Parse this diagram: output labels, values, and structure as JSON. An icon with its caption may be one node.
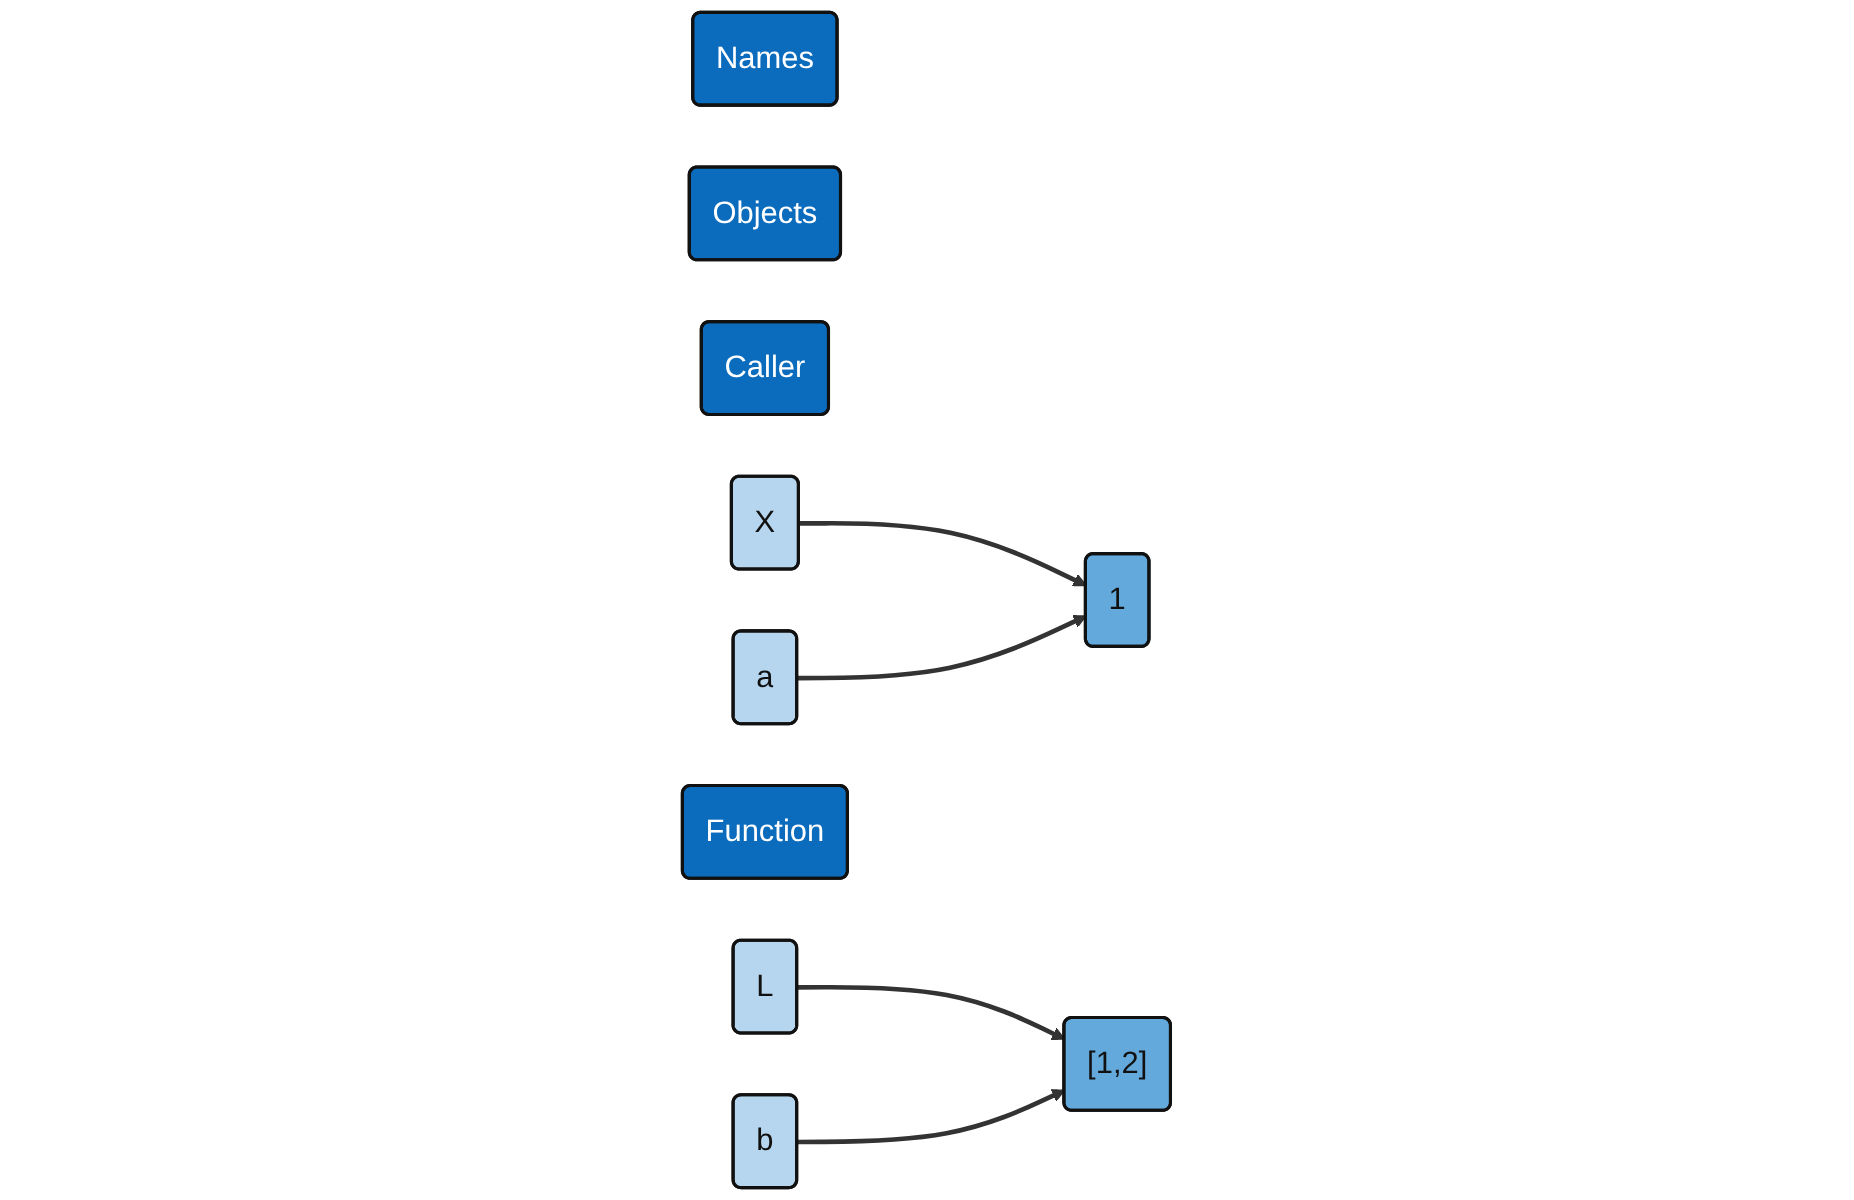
{
  "diagram": {
    "nodes": [
      {
        "text": [
          "Names"
        ]
      },
      {
        "text": [
          "Objects"
        ]
      },
      {
        "text": [
          "Caller"
        ]
      },
      {
        "text": [
          "X"
        ]
      },
      {
        "text": [
          "L"
        ]
      },
      {
        "text": [
          "1"
        ]
      },
      {
        "text": [
          "Function"
        ]
      },
      {
        "text": [
          "a"
        ]
      },
      {
        "text": [
          "b"
        ]
      },
      {
        "text": [
          "[1,2]"
        ]
      }
    ],
    "edges": [
      {
        "from": 3,
        "to": 5,
        "arrow": "to"
      },
      {
        "from": 4,
        "to": 9,
        "arrow": "to"
      },
      {
        "from": 7,
        "to": 5,
        "arrow": "to"
      },
      {
        "from": 8,
        "to": 9,
        "arrow": "to"
      }
    ]
  }
}
